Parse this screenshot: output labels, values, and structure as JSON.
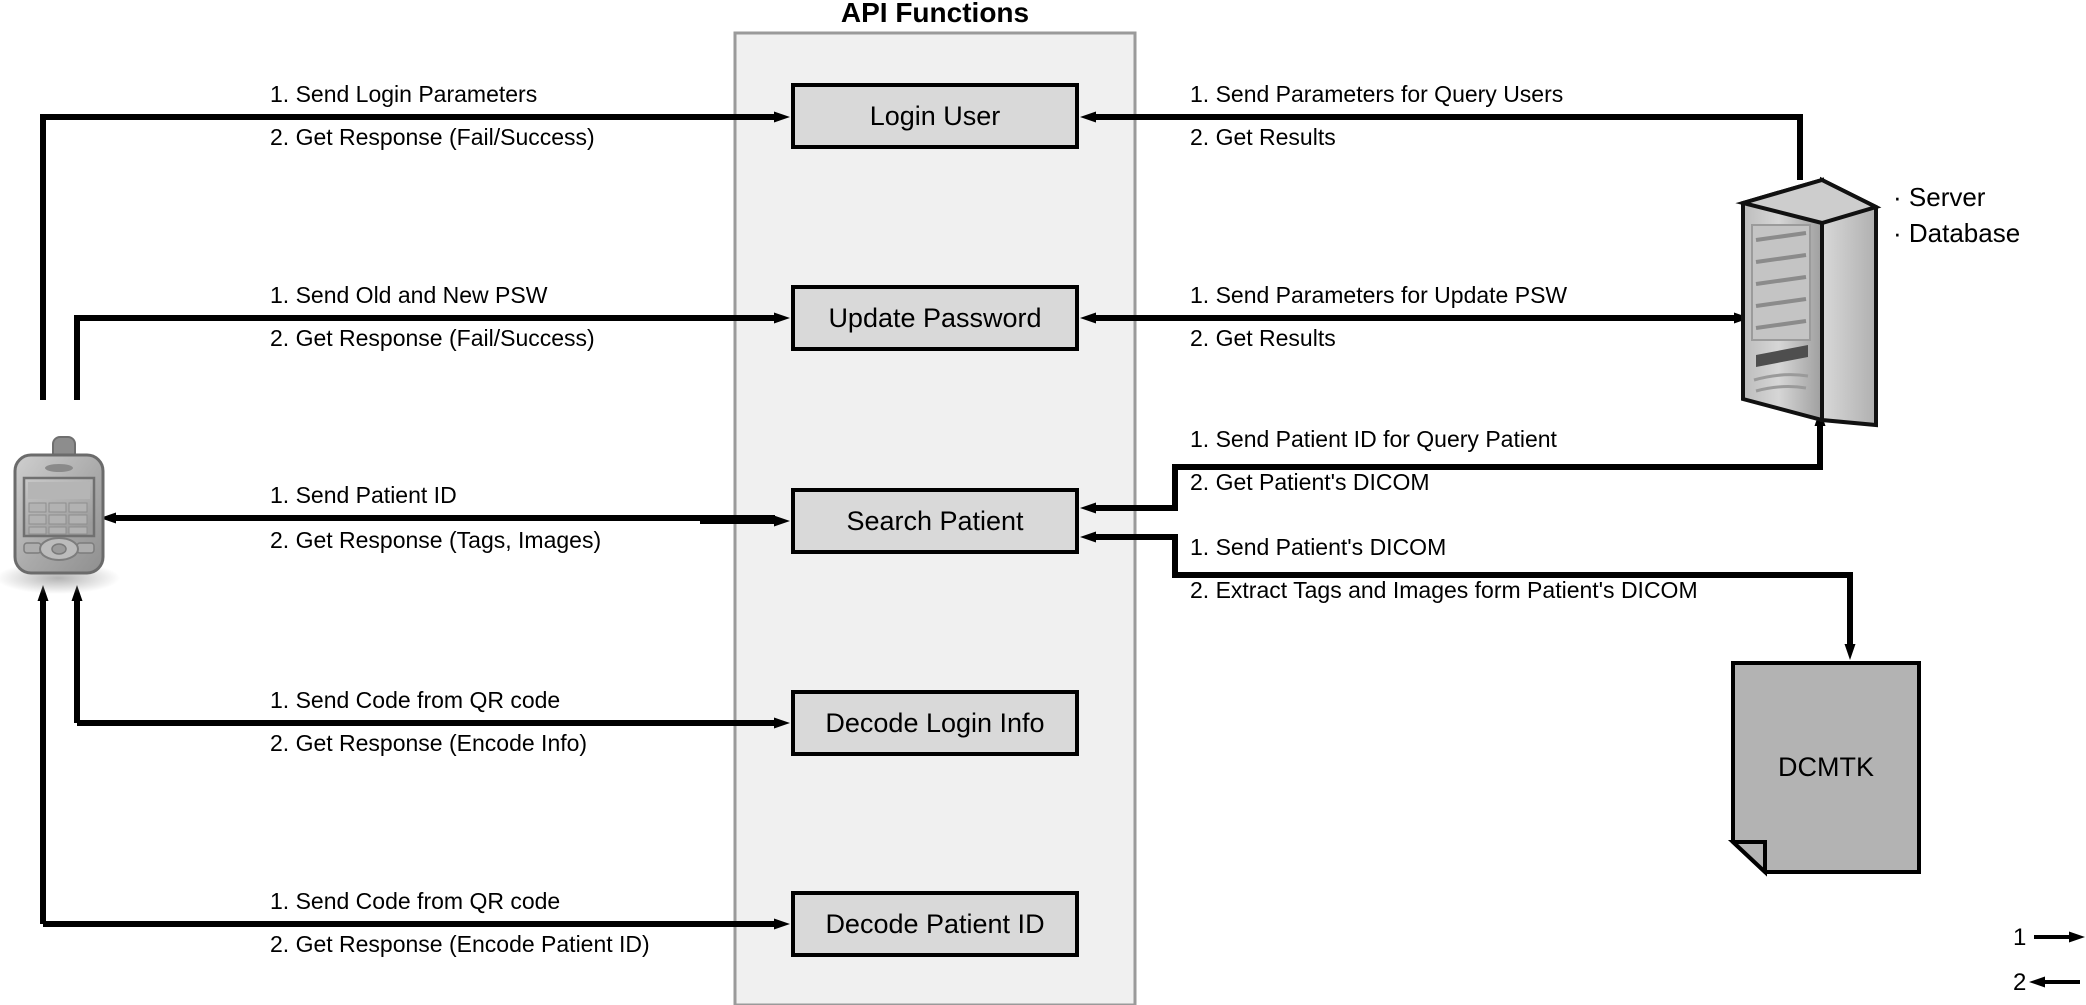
{
  "diagram": {
    "panel_title": "API Functions",
    "api_functions": [
      {
        "label": "Login User"
      },
      {
        "label": "Update Password"
      },
      {
        "label": "Search Patient"
      },
      {
        "label": "Decode Login Info"
      },
      {
        "label": "Decode Patient ID"
      }
    ],
    "left_flows": [
      {
        "step1": "1. Send Login Parameters",
        "step2": "2. Get Response (Fail/Success)"
      },
      {
        "step1": "1. Send Old and New PSW",
        "step2": "2. Get Response (Fail/Success)"
      },
      {
        "step1": "1. Send Patient ID",
        "step2": "2. Get Response (Tags, Images)"
      },
      {
        "step1": "1. Send Code from QR code",
        "step2": "2. Get Response (Encode Info)"
      },
      {
        "step1": "1. Send Code from QR code",
        "step2": "2. Get Response (Encode Patient ID)"
      }
    ],
    "right_flows": [
      {
        "step1": "1. Send Parameters for Query Users",
        "step2": "2. Get Results"
      },
      {
        "step1": "1. Send Parameters for Update PSW",
        "step2": "2. Get Results"
      },
      {
        "step1": "1. Send Patient ID for Query Patient",
        "step2": "2. Get Patient's DICOM"
      },
      {
        "step1": "1. Send Patient's DICOM",
        "step2": "2. Extract Tags and Images form Patient's DICOM"
      }
    ],
    "nodes": {
      "mobile_device": "mobile-device",
      "server_bullets": [
        "Server",
        "Database"
      ],
      "dcmtk_label": "DCMTK"
    },
    "legend": [
      {
        "num": "1",
        "direction": "right-arrow"
      },
      {
        "num": "2",
        "direction": "left-arrow"
      }
    ],
    "colors": {
      "panel_bg": "#f0f0f0",
      "panel_border": "#9a9a9a",
      "box_fill": "#d9d9d9",
      "box_border": "#000000",
      "doc_fill": "#b3b3b3",
      "line": "#000000",
      "device_body": "#b8b8b8",
      "server_light": "#d2d2d2",
      "server_mid": "#a8a8a8",
      "server_dark": "#8c8c8c"
    }
  }
}
